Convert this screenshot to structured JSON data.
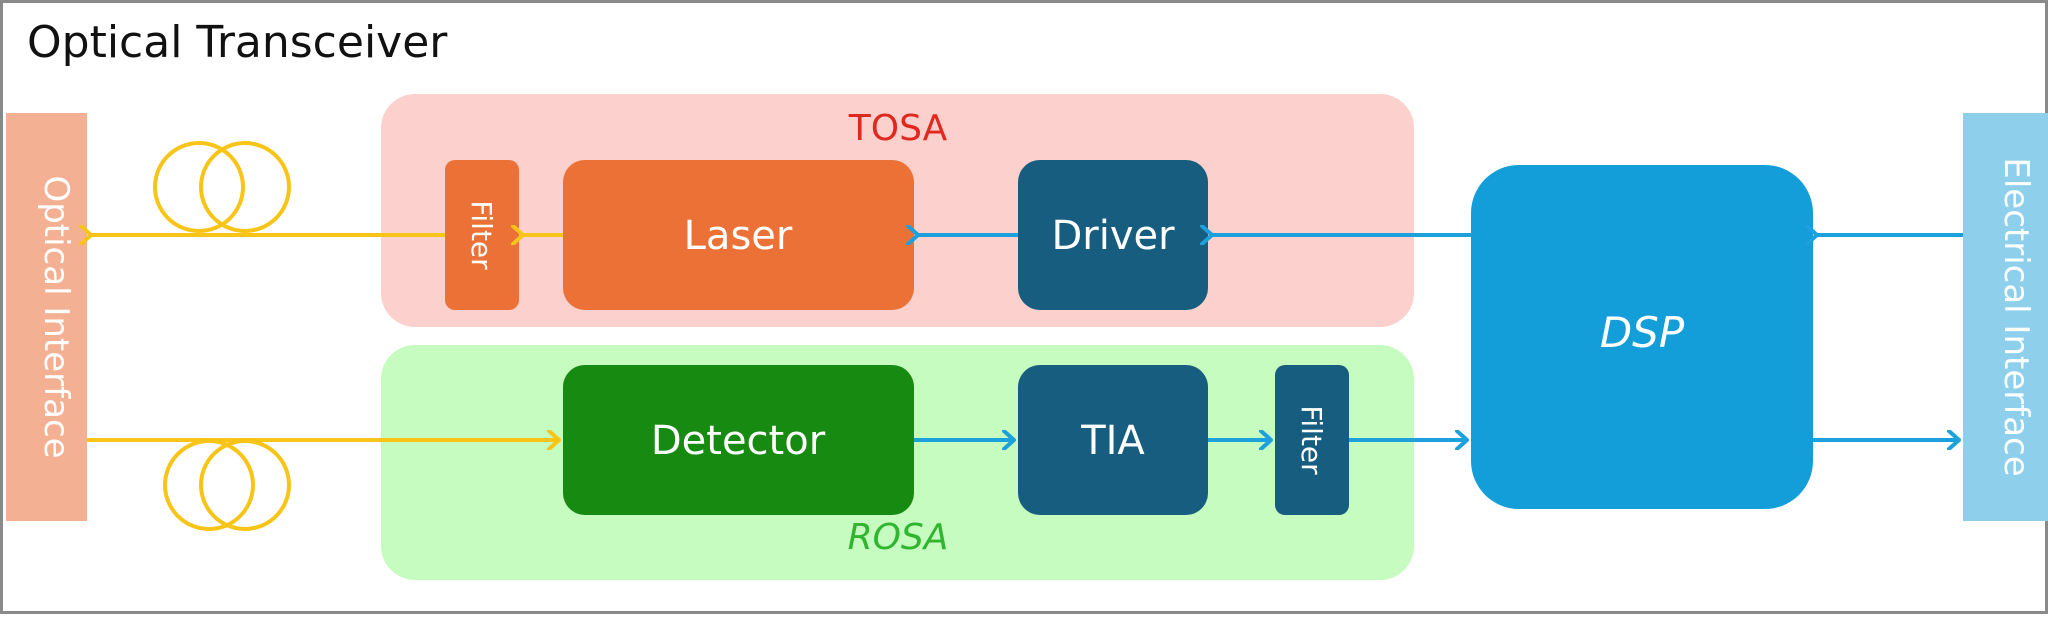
{
  "title": "Optical Transceiver",
  "groups": {
    "tosa": {
      "label": "TOSA"
    },
    "rosa": {
      "label": "ROSA"
    }
  },
  "blocks": {
    "filter_tx": {
      "label": "Filter"
    },
    "laser": {
      "label": "Laser"
    },
    "driver": {
      "label": "Driver"
    },
    "detector": {
      "label": "Detector"
    },
    "tia": {
      "label": "TIA"
    },
    "filter_rx": {
      "label": "Filter"
    },
    "dsp": {
      "label": "DSP"
    }
  },
  "interfaces": {
    "optical": {
      "label": "Optical Interface"
    },
    "electrical": {
      "label": "Electrical Interface"
    }
  },
  "colors": {
    "tosa_bg": "#fbd0cd",
    "rosa_bg": "#c6fcc0",
    "tosa_label": "#e0281f",
    "rosa_label": "#2fb52f",
    "laser": "#ec7136",
    "driver": "#175d80",
    "detector": "#178a11",
    "dsp": "#139ed9",
    "optical_interface": "#f4b092",
    "electrical_interface": "#8ecfec",
    "optical_signal": "#f7c417",
    "electrical_signal": "#1da1dc"
  }
}
